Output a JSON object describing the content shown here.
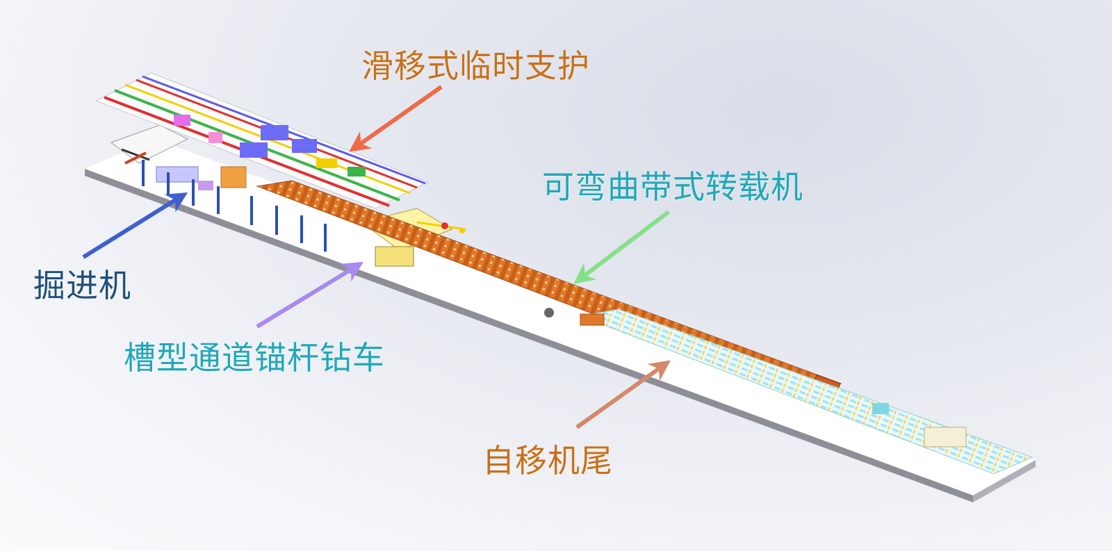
{
  "labels": {
    "sliding_support": "滑移式临时支护",
    "bendable_conveyor": "可弯曲带式转载机",
    "roadheader": "掘进机",
    "bolter": "槽型通道锚杆钻车",
    "self_moving_tail": "自移机尾"
  },
  "colors": {
    "sliding_support": "#c8701a",
    "bendable_conveyor": "#20a8b8",
    "roadheader": "#1f4f7a",
    "bolter": "#20a8b8",
    "self_moving_tail": "#c8701a",
    "arrow_sliding_support": "#f06a48",
    "arrow_conveyor": "#86e08a",
    "arrow_roadheader": "#3f5fd0",
    "arrow_bolter": "#a98af0",
    "arrow_tail": "#d4896a"
  }
}
